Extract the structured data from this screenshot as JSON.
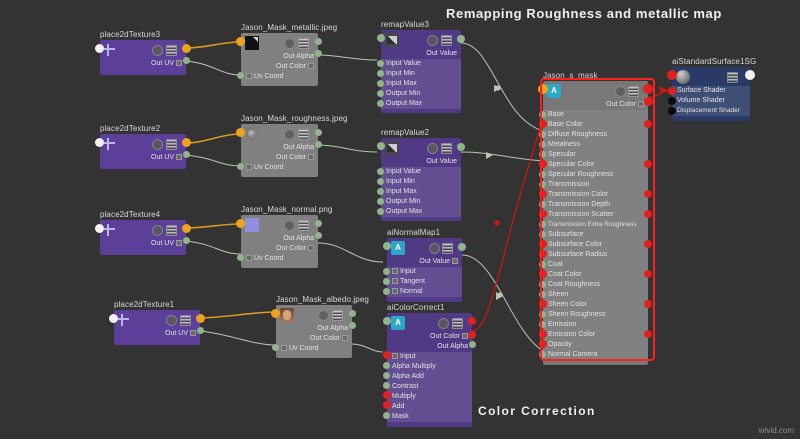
{
  "app": {
    "editor": "Maya Hypershade Node Editor",
    "background_color": "#333333",
    "watermark": "wtvid.com"
  },
  "captions": {
    "title": "Remapping Roughness and metallic map",
    "bottom": "Color Correction"
  },
  "colors": {
    "node_purple": "#5c3f99",
    "node_grey": "#808080",
    "node_blue": "#2a3a66",
    "plug_green": "#9ec49a",
    "plug_red": "#e12020",
    "plug_orange": "#f0a21e",
    "selection_red": "#ff1f1f",
    "wire_grey": "#b9c6b4",
    "wire_orange": "#d79a23",
    "wire_red": "#d01414"
  },
  "nodes": [
    {
      "id": "place2dTexture3",
      "title": "place2dTexture3",
      "type": "place2dTexture",
      "outputs": [
        "Out UV"
      ],
      "inputs": []
    },
    {
      "id": "jason_mask_metallic",
      "title": "Jason_Mask_metallic.jpeg",
      "type": "file",
      "outputs": [
        "Out Alpha",
        "Out Color"
      ],
      "inputs": [
        "Uv Coord"
      ]
    },
    {
      "id": "remapValue3",
      "title": "remapValue3",
      "type": "remapValue",
      "outputs": [
        "Out Value"
      ],
      "inputs": [
        "Input Value",
        "Input Min",
        "Input Max",
        "Output Min",
        "Output Max"
      ]
    },
    {
      "id": "place2dTexture2",
      "title": "place2dTexture2",
      "type": "place2dTexture",
      "outputs": [
        "Out UV"
      ],
      "inputs": []
    },
    {
      "id": "jason_mask_roughness",
      "title": "Jason_Mask_roughness.jpeg",
      "type": "file",
      "outputs": [
        "Out Alpha",
        "Out Color"
      ],
      "inputs": [
        "Uv Coord"
      ]
    },
    {
      "id": "remapValue2",
      "title": "remapValue2",
      "type": "remapValue",
      "outputs": [
        "Out Value"
      ],
      "inputs": [
        "Input Value",
        "Input Min",
        "Input Max",
        "Output Min",
        "Output Max"
      ]
    },
    {
      "id": "place2dTexture4",
      "title": "place2dTexture4",
      "type": "place2dTexture",
      "outputs": [
        "Out UV"
      ],
      "inputs": []
    },
    {
      "id": "jason_mask_normal",
      "title": "Jason_Mask_normal.png",
      "type": "file",
      "outputs": [
        "Out Alpha",
        "Out Color"
      ],
      "inputs": [
        "Uv Coord"
      ]
    },
    {
      "id": "aiNormalMap1",
      "title": "aiNormalMap1",
      "type": "aiNormalMap",
      "outputs": [
        "Out Value"
      ],
      "inputs": [
        "Input",
        "Tangent",
        "Normal"
      ]
    },
    {
      "id": "place2dTexture1",
      "title": "place2dTexture1",
      "type": "place2dTexture",
      "outputs": [
        "Out UV"
      ],
      "inputs": []
    },
    {
      "id": "jason_mask_albedo",
      "title": "Jason_Mask_albedo.jpeg",
      "type": "file",
      "outputs": [
        "Out Alpha",
        "Out Color"
      ],
      "inputs": [
        "Uv Coord"
      ]
    },
    {
      "id": "aiColorCorrect1",
      "title": "aiColorCorrect1",
      "type": "aiColorCorrect",
      "outputs": [
        "Out Color",
        "Out Alpha"
      ],
      "inputs": [
        "Input",
        "Alpha Multiply",
        "Alpha Add",
        "Contrast",
        "Multiply",
        "Add",
        "Mask"
      ]
    },
    {
      "id": "jason_s_mask",
      "title": "Jason_s_mask",
      "type": "aiStandardSurface",
      "selected": true,
      "outputs": [
        "Out Color"
      ],
      "inputs": [
        "Base",
        "Base Color",
        "Diffuse Roughness",
        "Metalness",
        "Specular",
        "Specular Color",
        "Specular Roughness",
        "Transmission",
        "Transmission Color",
        "Transmission Depth",
        "Transmission Scatter",
        "Transmission Extra Roughness",
        "Subsurface",
        "Subsurface Color",
        "Subsurface Radius",
        "Coat",
        "Coat Color",
        "Coat Roughness",
        "Sheen",
        "Sheen Color",
        "Sheen Roughness",
        "Emission",
        "Emission Color",
        "Opacity",
        "Normal Camera"
      ]
    },
    {
      "id": "aiStandardSurface1SG",
      "title": "aiStandardSurface1SG",
      "type": "shadingEngine",
      "outputs": [],
      "inputs": [
        "Surface Shader",
        "Volume Shader",
        "Displacement Shader"
      ]
    }
  ]
}
